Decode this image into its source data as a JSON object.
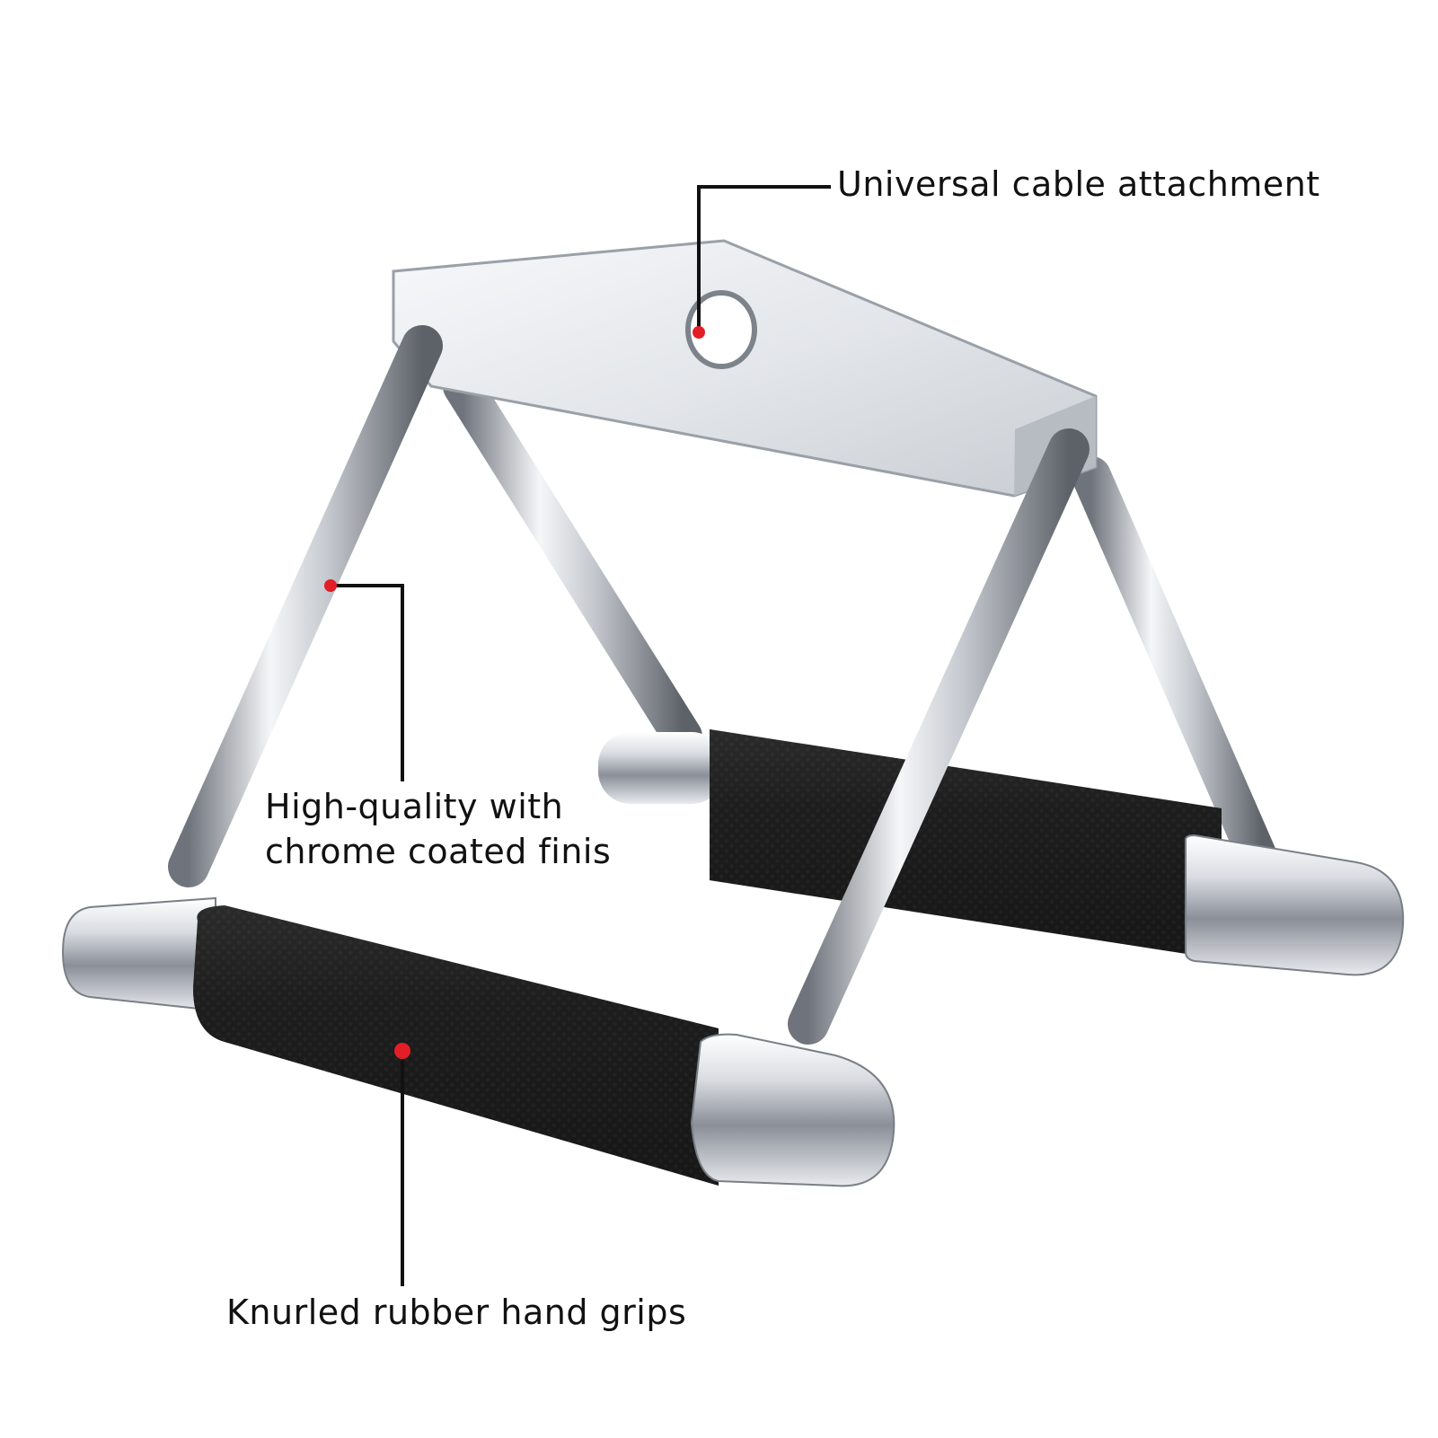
{
  "callouts": {
    "cable_attachment": "Universal cable attachment",
    "chrome_line1": "High-quality with",
    "chrome_line2": "chrome coated finis",
    "hand_grips": "Knurled rubber hand grips"
  },
  "colors": {
    "marker": "#e41e26",
    "leader": "#111111",
    "chrome_light": "#f4f5f7",
    "chrome_dark": "#8a8f98",
    "rubber": "#161616"
  }
}
